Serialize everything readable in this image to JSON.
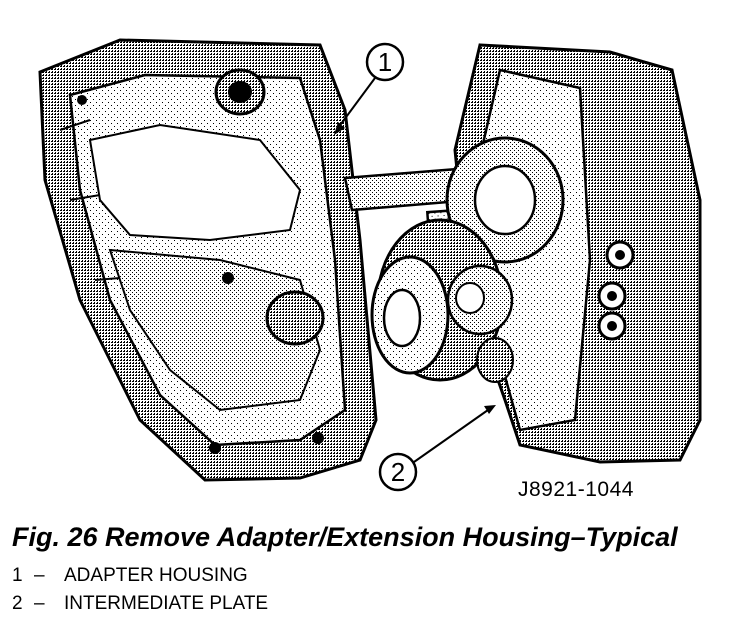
{
  "figure": {
    "callouts": [
      {
        "number": "1"
      },
      {
        "number": "2"
      }
    ],
    "code": "J8921-1044"
  },
  "caption": "Fig. 26 Remove Adapter/Extension Housing–Typical",
  "legend": [
    {
      "number": "1",
      "sep": "–",
      "text": "ADAPTER HOUSING"
    },
    {
      "number": "2",
      "sep": "–",
      "text": "INTERMEDIATE PLATE"
    }
  ]
}
